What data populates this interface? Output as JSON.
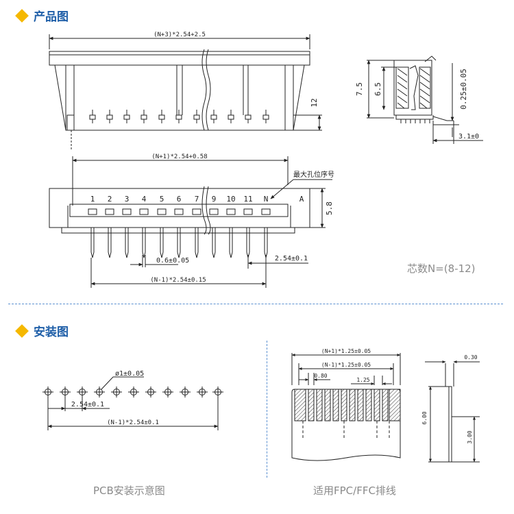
{
  "sections": {
    "product_title": "产品图",
    "install_title": "安装图"
  },
  "product": {
    "dim_total": "(N+3)*2.54+2.5",
    "dim_body": "(N+1)*2.54+0.58",
    "dim_pitch_total": "(N-1)*2.54±0.15",
    "dim_pin_width": "0.6±0.05",
    "dim_pitch": "2.54±0.1",
    "dim_height": "12",
    "dim_side_h1": "7.5",
    "dim_side_h2": "6.5",
    "dim_contact": "0.25±0.05",
    "dim_side_w": "3.1±0",
    "dim_front_h": "5.8",
    "pin_labels": [
      "1",
      "2",
      "3",
      "4",
      "5",
      "6",
      "7",
      "9",
      "10",
      "11",
      "N"
    ],
    "label_a": "A",
    "note_max_pin": "最大孔位序号",
    "core_count": "芯数N=(8-12)"
  },
  "install": {
    "hole_dia": "ø1±0.05",
    "pitch": "2.54±0.1",
    "pitch_total": "(N-1)*2.54±0.1",
    "pcb_caption": "PCB安装示意图",
    "ffc_outer": "(N+1)*1.25±0.05",
    "ffc_inner": "(N-1)*1.25±0.05",
    "ffc_w1": "0.80",
    "ffc_w2": "1.25",
    "ffc_t": "0.30",
    "ffc_h1": "6.00",
    "ffc_h2": "3.00",
    "ffc_caption": "适用FPC/FFC排线"
  }
}
